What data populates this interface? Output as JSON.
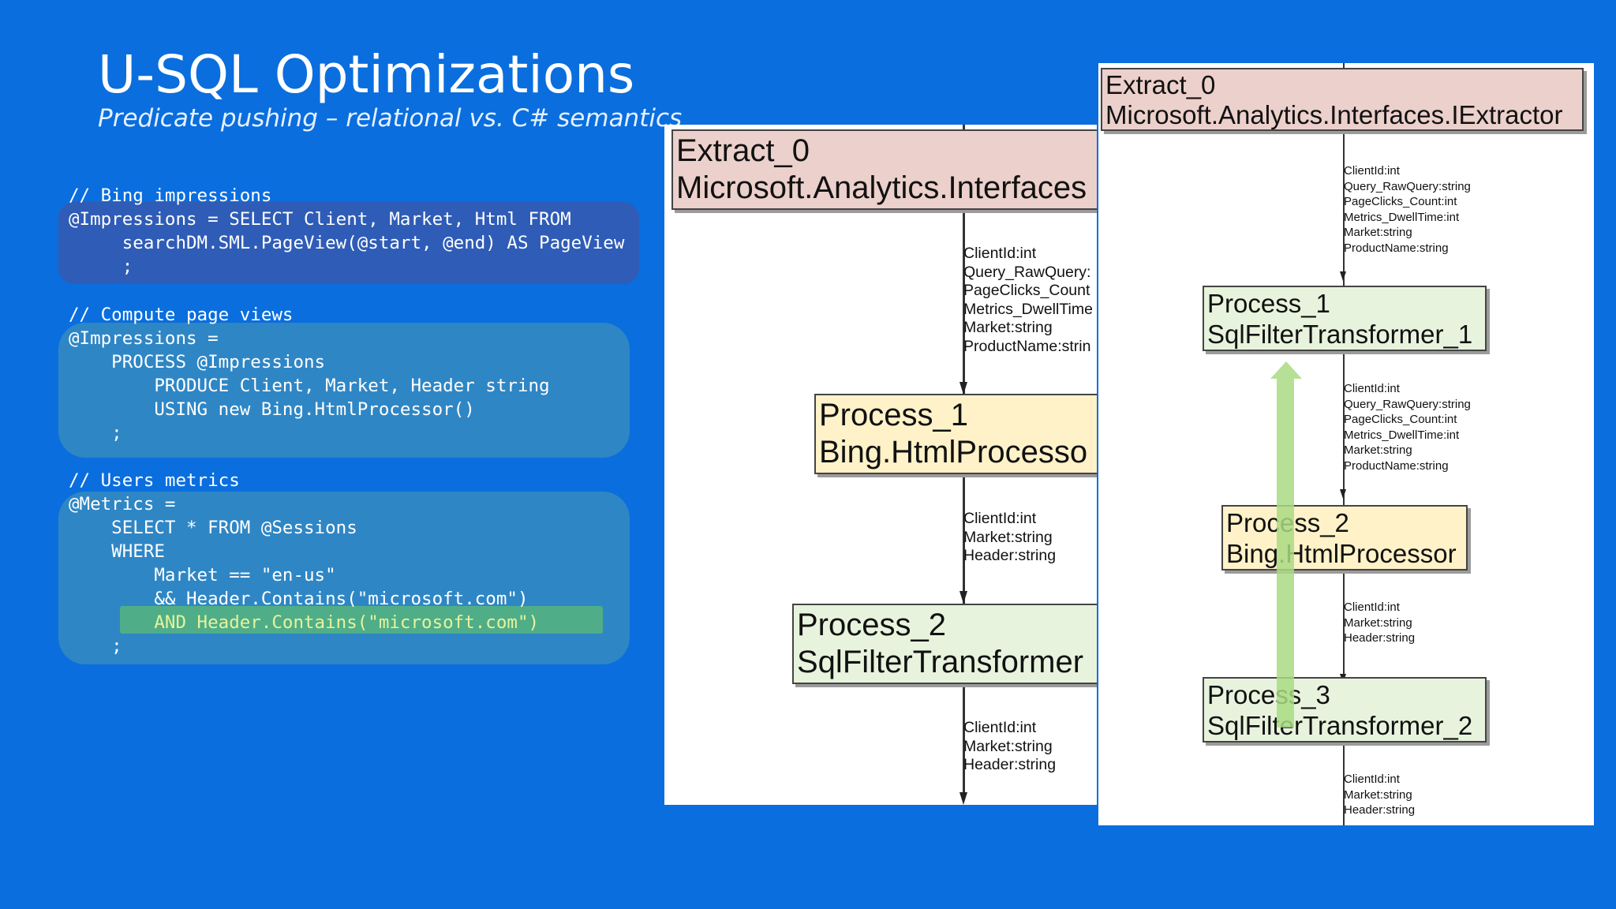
{
  "slide": {
    "title": "U-SQL Optimizations",
    "subtitle": "Predicate pushing – relational vs. C# semantics"
  },
  "code_blocks": [
    {
      "lines": [
        "// Bing impressions",
        "@Impressions = SELECT Client, Market, Html FROM",
        "     searchDM.SML.PageView(@start, @end) AS PageView",
        "     ;"
      ]
    },
    {
      "lines": [
        "// Compute page views",
        "@Impressions =",
        "    PROCESS @Impressions",
        "        PRODUCE Client, Market, Header string",
        "        USING new Bing.HtmlProcessor()",
        "    ;"
      ]
    },
    {
      "lines": [
        "// Users metrics",
        "@Metrics =",
        "    SELECT * FROM @Sessions",
        "    WHERE",
        "        Market == \"en-us\"",
        "        && Header.Contains(\"microsoft.com\")",
        "        AND Header.Contains(\"microsoft.com\")",
        "    ;"
      ]
    }
  ],
  "left_diagram": {
    "nodes": [
      {
        "line1": "Extract_0",
        "line2": "Microsoft.Analytics.Interfaces",
        "color": "#ecd0cb"
      },
      {
        "line1": "Process_1",
        "line2": "Bing.HtmlProcesso",
        "color": "#fff2c8"
      },
      {
        "line1": "Process_2",
        "line2": "SqlFilterTransformer",
        "color": "#e8f3dd"
      }
    ],
    "schemas": [
      [
        "ClientId:int",
        "Query_RawQuery:",
        "PageClicks_Count",
        "Metrics_DwellTime",
        "Market:string",
        "ProductName:strin"
      ],
      [
        "ClientId:int",
        "Market:string",
        "Header:string"
      ],
      [
        "ClientId:int",
        "Market:string",
        "Header:string"
      ]
    ]
  },
  "right_diagram": {
    "nodes": [
      {
        "line1": "Extract_0",
        "line2": "Microsoft.Analytics.Interfaces.IExtractor",
        "color": "#ecd0cb"
      },
      {
        "line1": "Process_1",
        "line2": "SqlFilterTransformer_1",
        "color": "#e8f3dd"
      },
      {
        "line1": "Process_2",
        "line2": "Bing.HtmlProcessor",
        "color": "#fff2c8"
      },
      {
        "line1": "Process_3",
        "line2": "SqlFilterTransformer_2",
        "color": "#e8f3dd"
      }
    ],
    "schemas": [
      [
        "ClientId:int",
        "Query_RawQuery:string",
        "PageClicks_Count:int",
        "Metrics_DwellTime:int",
        "Market:string",
        "ProductName:string"
      ],
      [
        "ClientId:int",
        "Query_RawQuery:string",
        "PageClicks_Count:int",
        "Metrics_DwellTime:int",
        "Market:string",
        "ProductName:string"
      ],
      [
        "ClientId:int",
        "Market:string",
        "Header:string"
      ],
      [
        "ClientId:int",
        "Market:string",
        "Header:string"
      ]
    ]
  },
  "colors": {
    "background": "#0a6ede",
    "highlight_block1": "#2f5cb6",
    "highlight_block2": "#2f86c5",
    "highlight_line": "#4fae88",
    "pushed_arrow": "#a9db82"
  }
}
